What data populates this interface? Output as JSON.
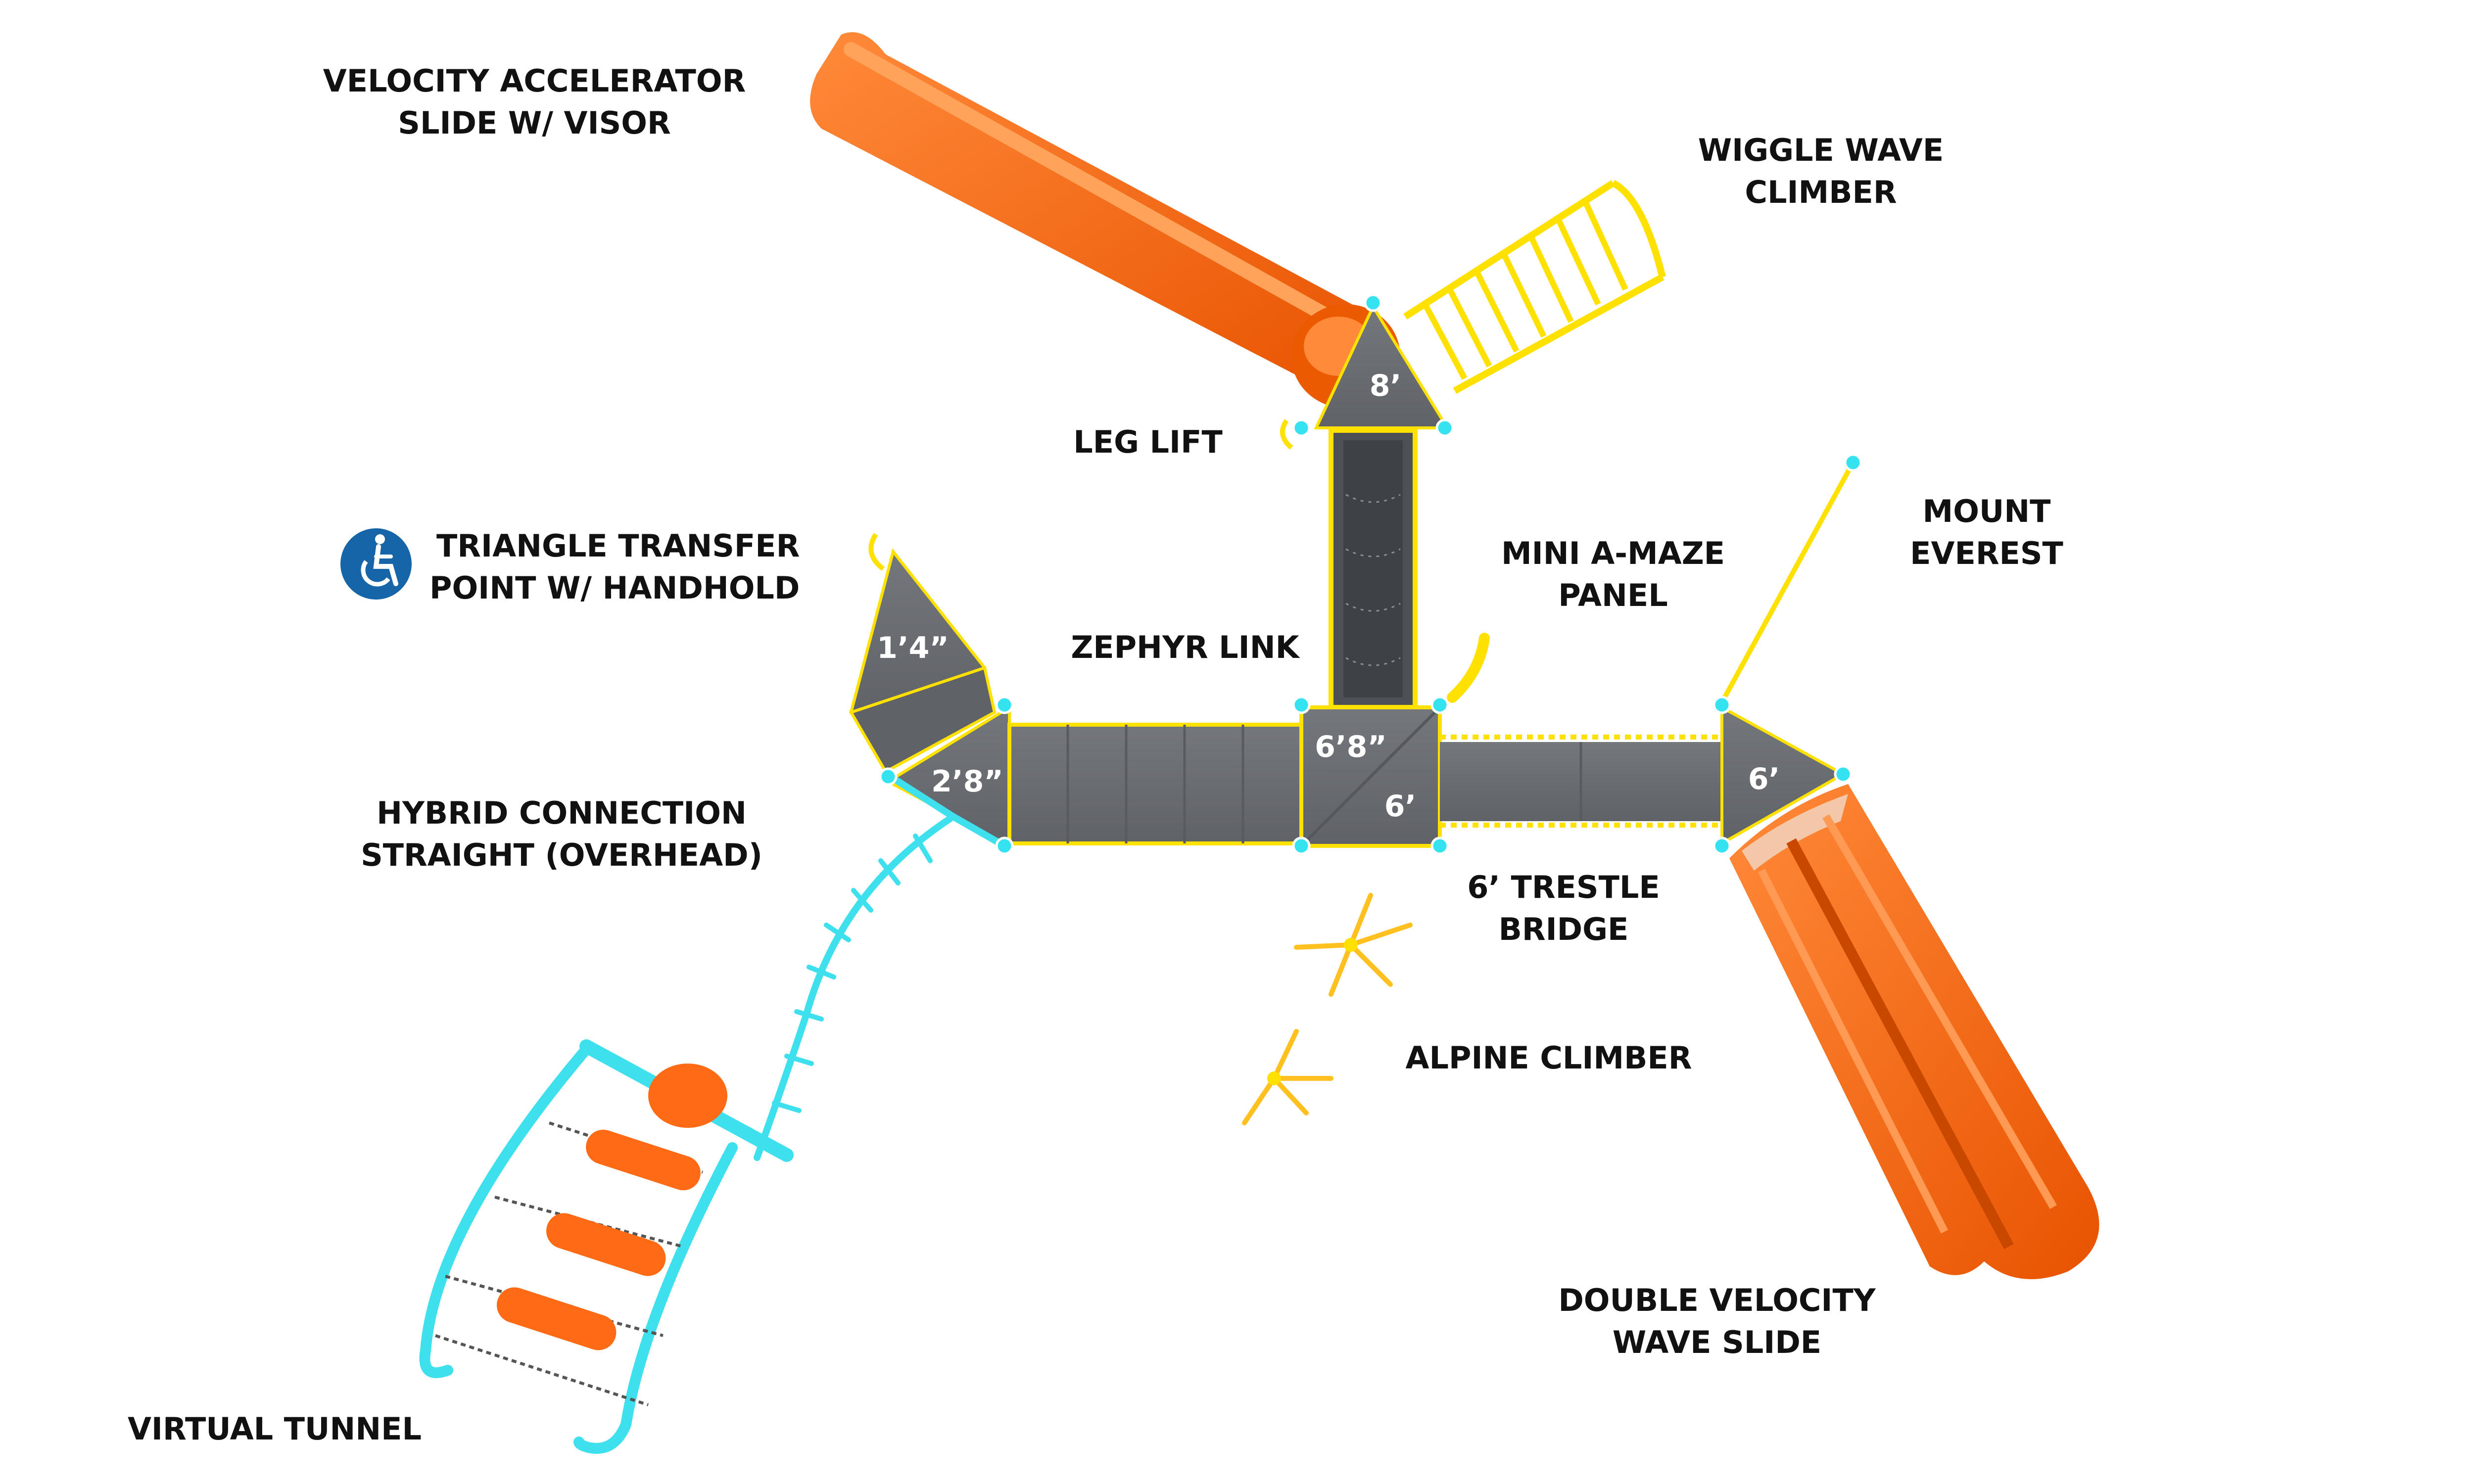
{
  "labels": {
    "velocity_slide": [
      "VELOCITY ACCELERATOR",
      "SLIDE W/ VISOR"
    ],
    "wiggle_wave": [
      "WIGGLE WAVE",
      "CLIMBER"
    ],
    "leg_lift": "LEG LIFT",
    "mount_everest": [
      "MOUNT",
      "EVEREST"
    ],
    "triangle_transfer": [
      "TRIANGLE TRANSFER",
      "POINT W/ HANDHOLD"
    ],
    "mini_amaze": [
      "MINI A-MAZE",
      "PANEL"
    ],
    "zephyr_link": "ZEPHYR LINK",
    "hybrid_connection": [
      "HYBRID CONNECTION",
      "STRAIGHT (OVERHEAD)"
    ],
    "trestle_bridge": [
      "6’ TRESTLE",
      "BRIDGE"
    ],
    "alpine_climber": "ALPINE CLIMBER",
    "double_velocity": [
      "DOUBLE VELOCITY",
      "WAVE SLIDE"
    ],
    "virtual_tunnel": "VIRTUAL TUNNEL"
  },
  "heights": {
    "top_deck": "8’",
    "transfer_step": "1’4”",
    "transfer_deck": "2’8”",
    "center_deck_a": "6’8”",
    "center_deck_b": "6’",
    "right_deck": "6’"
  },
  "icons": {
    "accessibility": "wheelchair-accessibility-icon"
  },
  "colors": {
    "deck": "#6b6e73",
    "slide": "#ff6a14",
    "frame": "#ffe100",
    "post": "#35e3f0",
    "tunnel": "#3fe0ee",
    "accessibility": "#1565a8",
    "text": "#111111"
  }
}
